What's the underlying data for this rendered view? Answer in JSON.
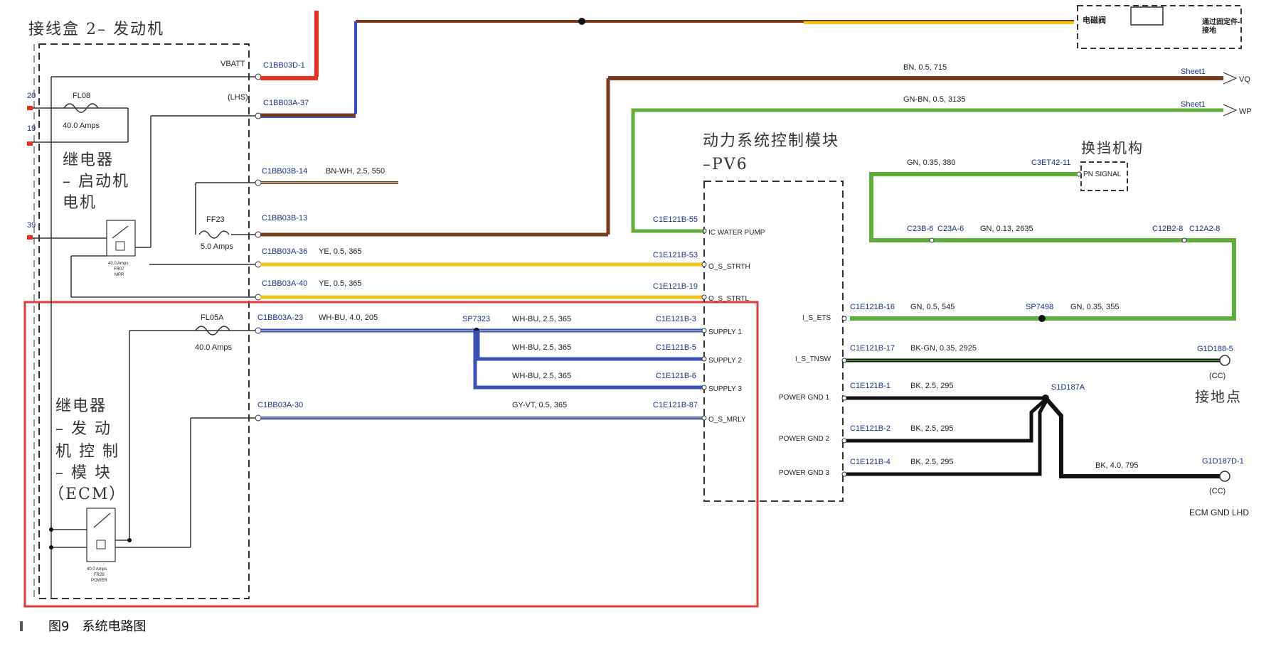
{
  "caption": "图9　系统电路图",
  "blocks": {
    "junction_box": "接线盒 2– 发动机",
    "relay_starter": [
      "继电器",
      "– 启动机",
      "电机"
    ],
    "relay_ecm": [
      "继电器",
      "– 发 动",
      "机 控 制",
      "– 模 块",
      "（ECM）"
    ],
    "pcm": [
      "动力系统控制模块",
      "–PV6"
    ],
    "shifter": "换挡机构",
    "ground": "接地点",
    "solenoid": "电磁阀",
    "solenoid_note": [
      "通过固定件-",
      "接地"
    ]
  },
  "fuses": {
    "fl08": "FL08",
    "fl08_amps": "40.0 Amps",
    "ff23": "FF23",
    "ff23_amps": "5.0 Amps",
    "fl05a": "FL05A",
    "fl05a_amps": "40.0 Amps"
  },
  "relays": {
    "r1": [
      "40.0 Amps",
      "FR07",
      "MPR"
    ],
    "r2": [
      "40.0 Amps",
      "FR29",
      "POWER"
    ]
  },
  "pins": {
    "vbatt": "VBATT",
    "lhs": "(LHS)",
    "p20": "20",
    "p19": "19",
    "p39": "39"
  },
  "left_connectors": {
    "c1": "C1BB03D-1",
    "c2": "C1BB03A-37",
    "c3": "C1BB03B-14",
    "c4": "C1BB03B-13",
    "c5": "C1BB03A-36",
    "c6": "C1BB03A-40",
    "c7": "C1BB03A-23",
    "c8": "C1BB03A-30"
  },
  "wires": {
    "w3": "BN-WH, 2.5, 550",
    "w5": "YE, 0.5, 365",
    "w6": "YE, 0.5, 365",
    "w7": "WH-BU, 4.0, 205",
    "s1": "WH-BU, 2.5, 365",
    "s2": "WH-BU, 2.5, 365",
    "s3": "WH-BU, 2.5, 365",
    "w8": "GY-VT, 0.5, 365",
    "vq": "BN, 0.5, 715",
    "wp": "GN-BN, 0.5, 3135",
    "pn": "GN, 0.35, 380",
    "mid": "GN, 0.13, 2635",
    "ets1": "GN, 0.5, 545",
    "ets2": "GN, 0.35, 355",
    "tnsw": "BK-GN, 0.35, 2925",
    "g1": "BK, 2.5, 295",
    "g2": "BK, 2.5, 295",
    "g3": "BK, 2.5, 295",
    "g4": "BK, 4.0, 795"
  },
  "splices": {
    "sp7323": "SP7323",
    "sp7498": "SP7498",
    "s1d187a": "S1D187A"
  },
  "pcm_connectors": {
    "k55": "C1E121B-55",
    "k53": "C1E121B-53",
    "k19": "C1E121B-19",
    "k3": "C1E121B-3",
    "k5": "C1E121B-5",
    "k6": "C1E121B-6",
    "k87": "C1E121B-87",
    "k16": "C1E121B-16",
    "k17": "C1E121B-17",
    "k1": "C1E121B-1",
    "k2": "C1E121B-2",
    "k4": "C1E121B-4"
  },
  "pcm_pins": {
    "water": "IC WATER PUMP",
    "strth": "O_S_STRTH",
    "strtl": "O_S_STRTL",
    "sup1": "SUPPLY 1",
    "sup2": "SUPPLY 2",
    "sup3": "SUPPLY 3",
    "mrly": "O_S_MRLY",
    "ets": "I_S_ETS",
    "tnsw": "I_S_TNSW",
    "pg1": "POWER GND 1",
    "pg2": "POWER GND 2",
    "pg3": "POWER GND 3"
  },
  "right": {
    "sheet1a": "Sheet1",
    "sheet1b": "Sheet1",
    "vq": "VQ",
    "wp": "WP",
    "c3et": "C3ET42-11",
    "pn_signal": "PN SIGNAL",
    "c23b": "C23B-6",
    "c23a": "C23A-6",
    "c12b": "C12B2-8",
    "c12a": "C12A2-8",
    "g1d188": "G1D188-5",
    "cc1": "(CC)",
    "g1d187": "G1D187D-1",
    "cc2": "(CC)",
    "ecm_gnd": "ECM GND LHD"
  },
  "colors": {
    "red_wire": "#e8301f",
    "brown": "#7a3a1c",
    "yellow": "#f2c51d",
    "blue": "#3a4fb8",
    "green": "#5fae3c",
    "grey": "#8a8aa8",
    "black": "#111111",
    "highlight_box": "#e23a3a"
  }
}
